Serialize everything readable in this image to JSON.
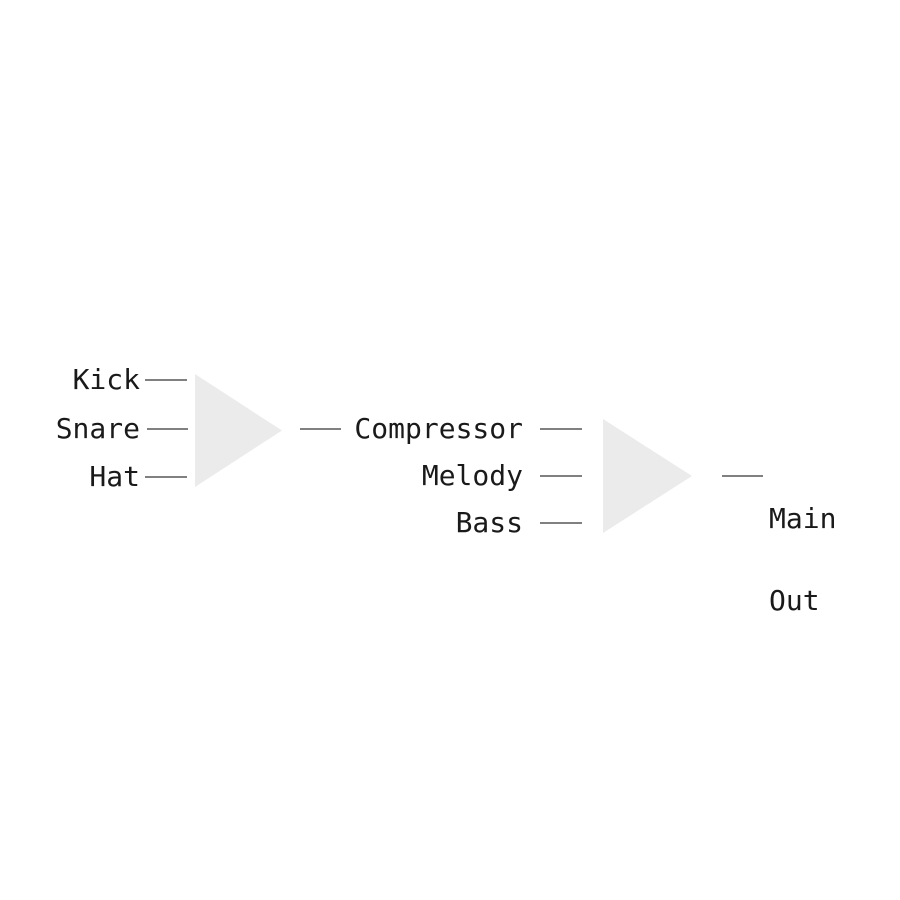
{
  "diagram": {
    "title": "audio-signal-routing-diagram",
    "background_color": "#ffffff",
    "node_fill_color": "#ebebeb",
    "wire_color": "#808080",
    "text_color": "#1a1a1a",
    "inputs": [
      {
        "label": "Kick"
      },
      {
        "label": "Snare"
      },
      {
        "label": "Hat"
      }
    ],
    "stage_one": {
      "node": "mixer-triangle-1"
    },
    "mid_channels": [
      {
        "label": "Compressor"
      },
      {
        "label": "Melody"
      },
      {
        "label": "Bass"
      }
    ],
    "stage_two": {
      "node": "mixer-triangle-2"
    },
    "output": {
      "line1": "Main",
      "line2": "Out"
    }
  }
}
